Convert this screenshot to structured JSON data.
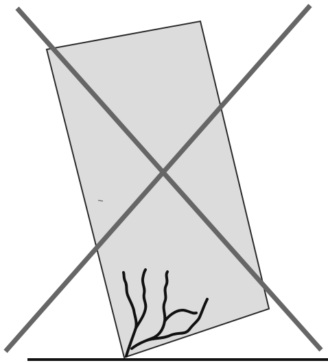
{
  "colors": {
    "background": "#ffffff",
    "panel_fill": "#dcdcdc",
    "panel_stroke": "#2a2a2a",
    "cross_stroke": "#666666",
    "crack_stroke": "#111111",
    "ground_stroke": "#111111"
  },
  "elements": {
    "panel": "tilted-rectangular-panel",
    "cross": "x-mark",
    "crack": "crack-lines",
    "ground": "ground-line"
  }
}
